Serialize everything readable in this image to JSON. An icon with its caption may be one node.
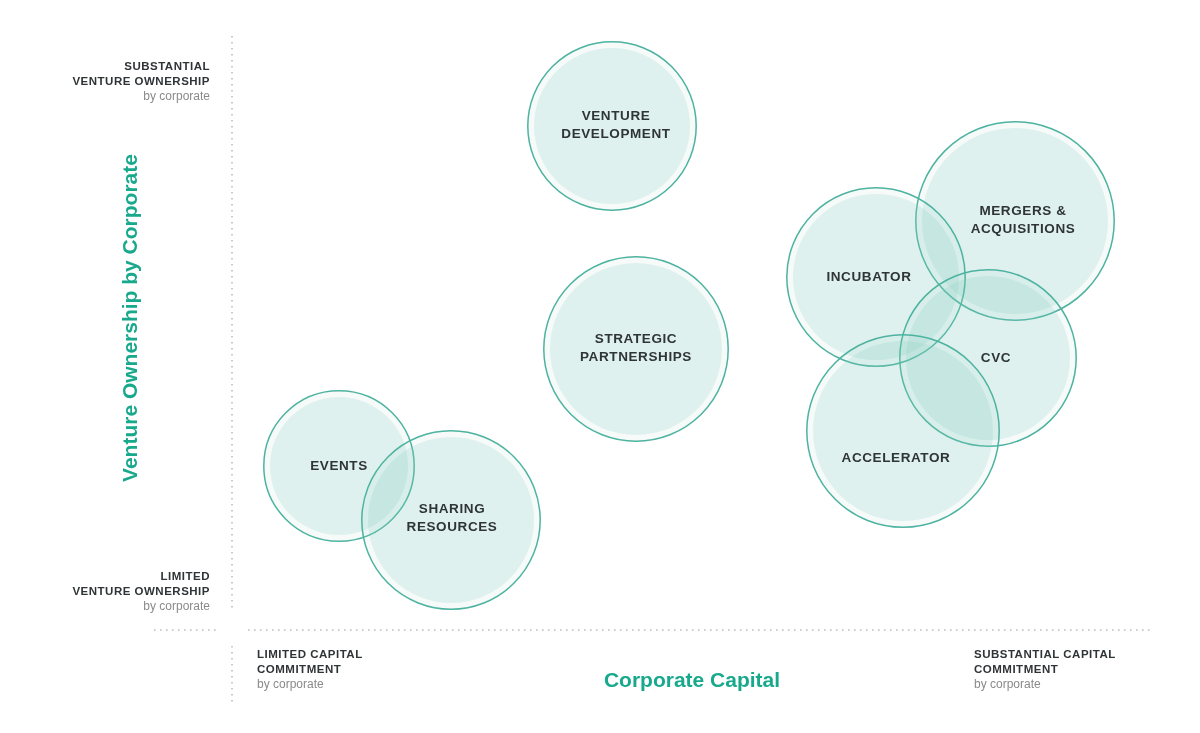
{
  "diagram": {
    "nodes": [
      {
        "text": [
          "VENTURE DEVELOPMENT"
        ]
      },
      {
        "text": [
          "MERGERS & ACQUISITIONS"
        ]
      },
      {
        "text": [
          "INCUBATOR"
        ]
      },
      {
        "text": [
          "STRATEGIC PARTNERSHIPS"
        ]
      },
      {
        "text": [
          "CVC"
        ]
      },
      {
        "text": [
          "ACCELERATOR"
        ]
      },
      {
        "text": [
          "EVENTS"
        ]
      },
      {
        "text": [
          "SHARING RESOURCES"
        ]
      }
    ],
    "labels": [
      "SUBSTANTIAL VENTURE OWNERSHIP",
      "by corporate",
      "Venture Ownership by Corporate",
      "LIMITED VENTURE OWNERSHIP",
      "by corporate",
      "LIMITED CAPITAL COMMITMENT",
      "by corporate",
      "Corporate Capital",
      "SUBSTANTIAL CAPITAL COMMITMENT",
      "by corporate"
    ]
  }
}
